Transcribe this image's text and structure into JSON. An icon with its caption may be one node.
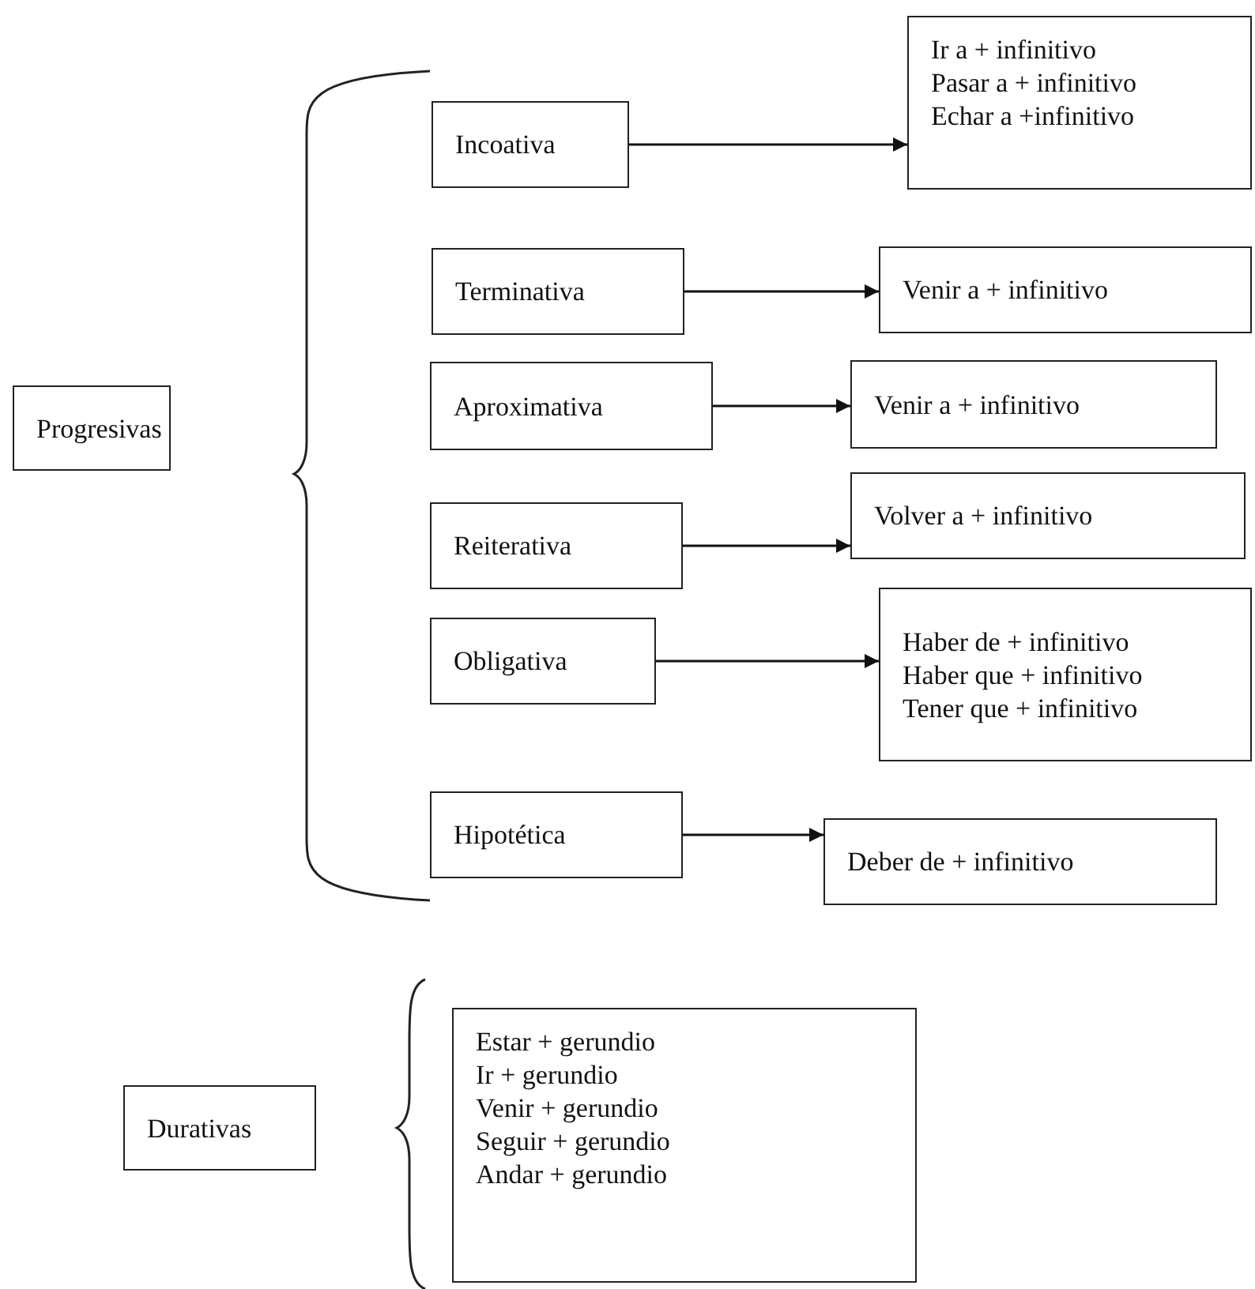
{
  "diagram": {
    "nodes": [
      {
        "text": [
          "Progresivas"
        ]
      },
      {
        "text": [
          "Incoativa"
        ]
      },
      {
        "text": [
          "Ir a + infinitivo",
          "Pasar a + infinitivo",
          "Echar a +infinitivo"
        ]
      },
      {
        "text": [
          "Terminativa"
        ]
      },
      {
        "text": [
          "Venir a + infinitivo"
        ]
      },
      {
        "text": [
          "Aproximativa"
        ]
      },
      {
        "text": [
          "Venir a + infinitivo"
        ]
      },
      {
        "text": [
          "Reiterativa"
        ]
      },
      {
        "text": [
          "Volver a + infinitivo"
        ]
      },
      {
        "text": [
          "Obligativa"
        ]
      },
      {
        "text": [
          "Haber de + infinitivo",
          "Haber que + infinitivo",
          "Tener que + infinitivo"
        ]
      },
      {
        "text": [
          "Hipotética"
        ]
      },
      {
        "text": [
          "Deber de + infinitivo"
        ]
      },
      {
        "text": [
          "Durativas"
        ]
      },
      {
        "text": [
          "Estar + gerundio",
          "Ir + gerundio",
          "Venir + gerundio",
          "Seguir + gerundio",
          "Andar + gerundio"
        ]
      }
    ],
    "edges": [
      {
        "from": 1,
        "to": 2,
        "arrow": "to"
      },
      {
        "from": 3,
        "to": 4,
        "arrow": "to"
      },
      {
        "from": 5,
        "to": 6,
        "arrow": "to"
      },
      {
        "from": 7,
        "to": 8,
        "arrow": "to"
      },
      {
        "from": 9,
        "to": 10,
        "arrow": "to"
      },
      {
        "from": 11,
        "to": 12,
        "arrow": "to"
      }
    ]
  }
}
